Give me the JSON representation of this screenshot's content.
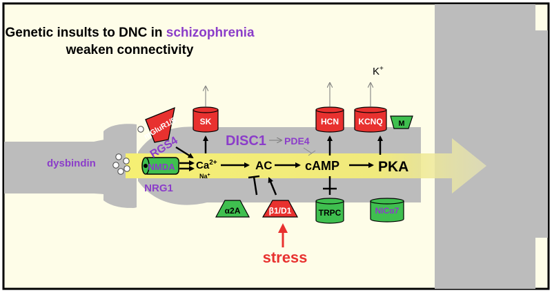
{
  "title": {
    "line1_prefix": "Genetic insults to DNC in ",
    "line1_highlight": "schizophrenia",
    "line2": "weaken connectivity"
  },
  "colors": {
    "background": "#fefde8",
    "neuron": "#bcbcbc",
    "signal": "#f5ef73",
    "channel_red": "#e8312f",
    "channel_green": "#3fbf4f",
    "purple_text": "#8b3dc9",
    "stress_red": "#e8312f"
  },
  "molecules": {
    "dysbindin": "dysbindin",
    "nmda": "NMDA",
    "nrg1": "NRG1",
    "rgs4": "RGS4",
    "mglur": "mGluR1/5",
    "disc1": "DISC1",
    "pde4": "PDE4",
    "ca": "Ca",
    "ca_sup": "2+",
    "na": "Na",
    "na_sup": "+",
    "ac": "AC",
    "camp": "cAMP",
    "pka": "PKA",
    "sk": "SK",
    "hcn": "HCN",
    "kcnq": "KCNQ",
    "m": "M",
    "k": "K",
    "k_sup": "+",
    "a2a": "α2A",
    "b1d1": "β1/D1",
    "trpc": "TRPC",
    "nica7": "NICα7",
    "stress": "stress"
  }
}
